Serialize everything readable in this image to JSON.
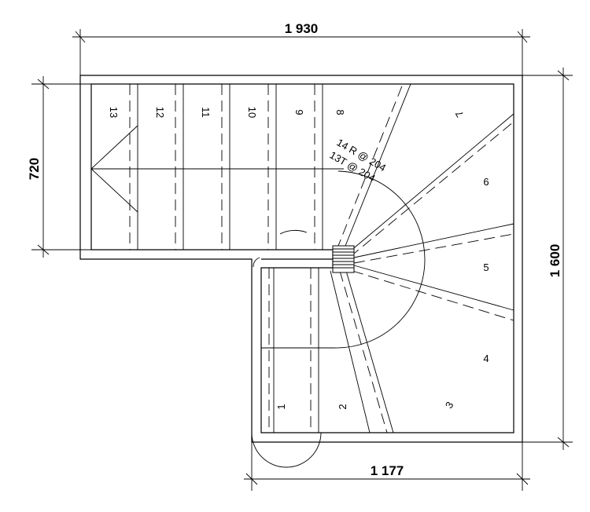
{
  "dimensions": {
    "top": "1 930",
    "left": "720",
    "right": "1 600",
    "bottom": "1 177"
  },
  "annotation": {
    "risers": "14 R @ 204",
    "treads": "13T @ 204"
  },
  "steps": [
    "1",
    "2",
    "3",
    "4",
    "5",
    "6",
    "7",
    "8",
    "9",
    "10",
    "11",
    "12",
    "13"
  ]
}
